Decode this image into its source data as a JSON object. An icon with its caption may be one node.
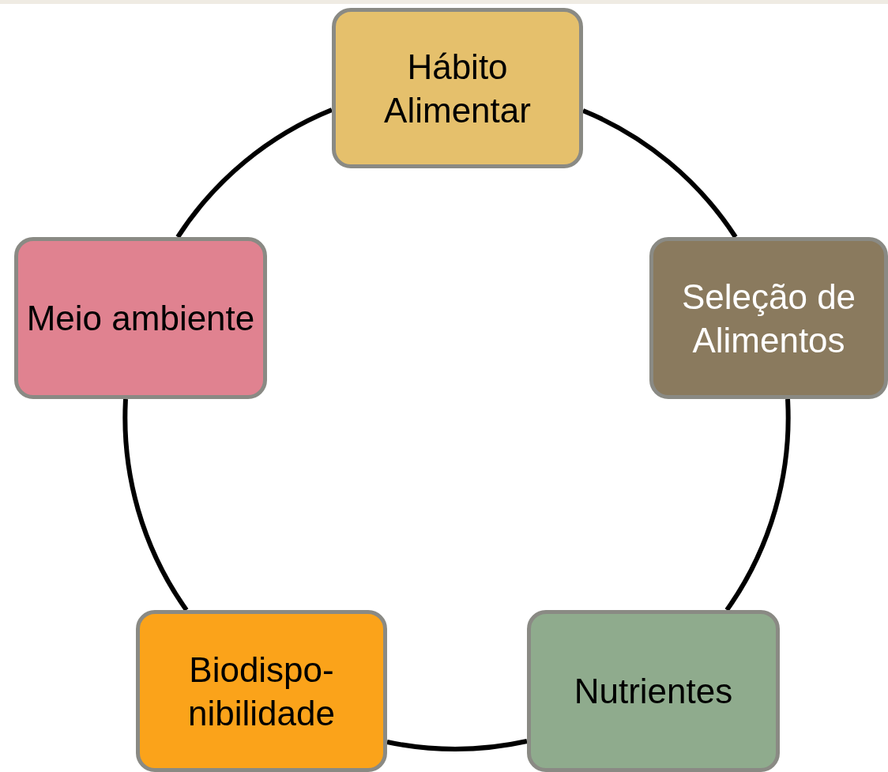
{
  "diagram": {
    "nodes": [
      {
        "text": [
          "Hábito Alimentar"
        ]
      },
      {
        "text": [
          "Seleção de Alimentos"
        ]
      },
      {
        "text": [
          "Nutrientes"
        ]
      },
      {
        "text": [
          "Biodispo- nibilidade"
        ]
      },
      {
        "text": [
          "Meio ambiente"
        ]
      }
    ],
    "edges": [
      {
        "from": 0,
        "to": 1,
        "arrow": "none"
      },
      {
        "from": 1,
        "to": 2,
        "arrow": "none"
      },
      {
        "from": 2,
        "to": 3,
        "arrow": "none"
      },
      {
        "from": 3,
        "to": 4,
        "arrow": "none"
      },
      {
        "from": 4,
        "to": 0,
        "arrow": "none"
      }
    ]
  }
}
